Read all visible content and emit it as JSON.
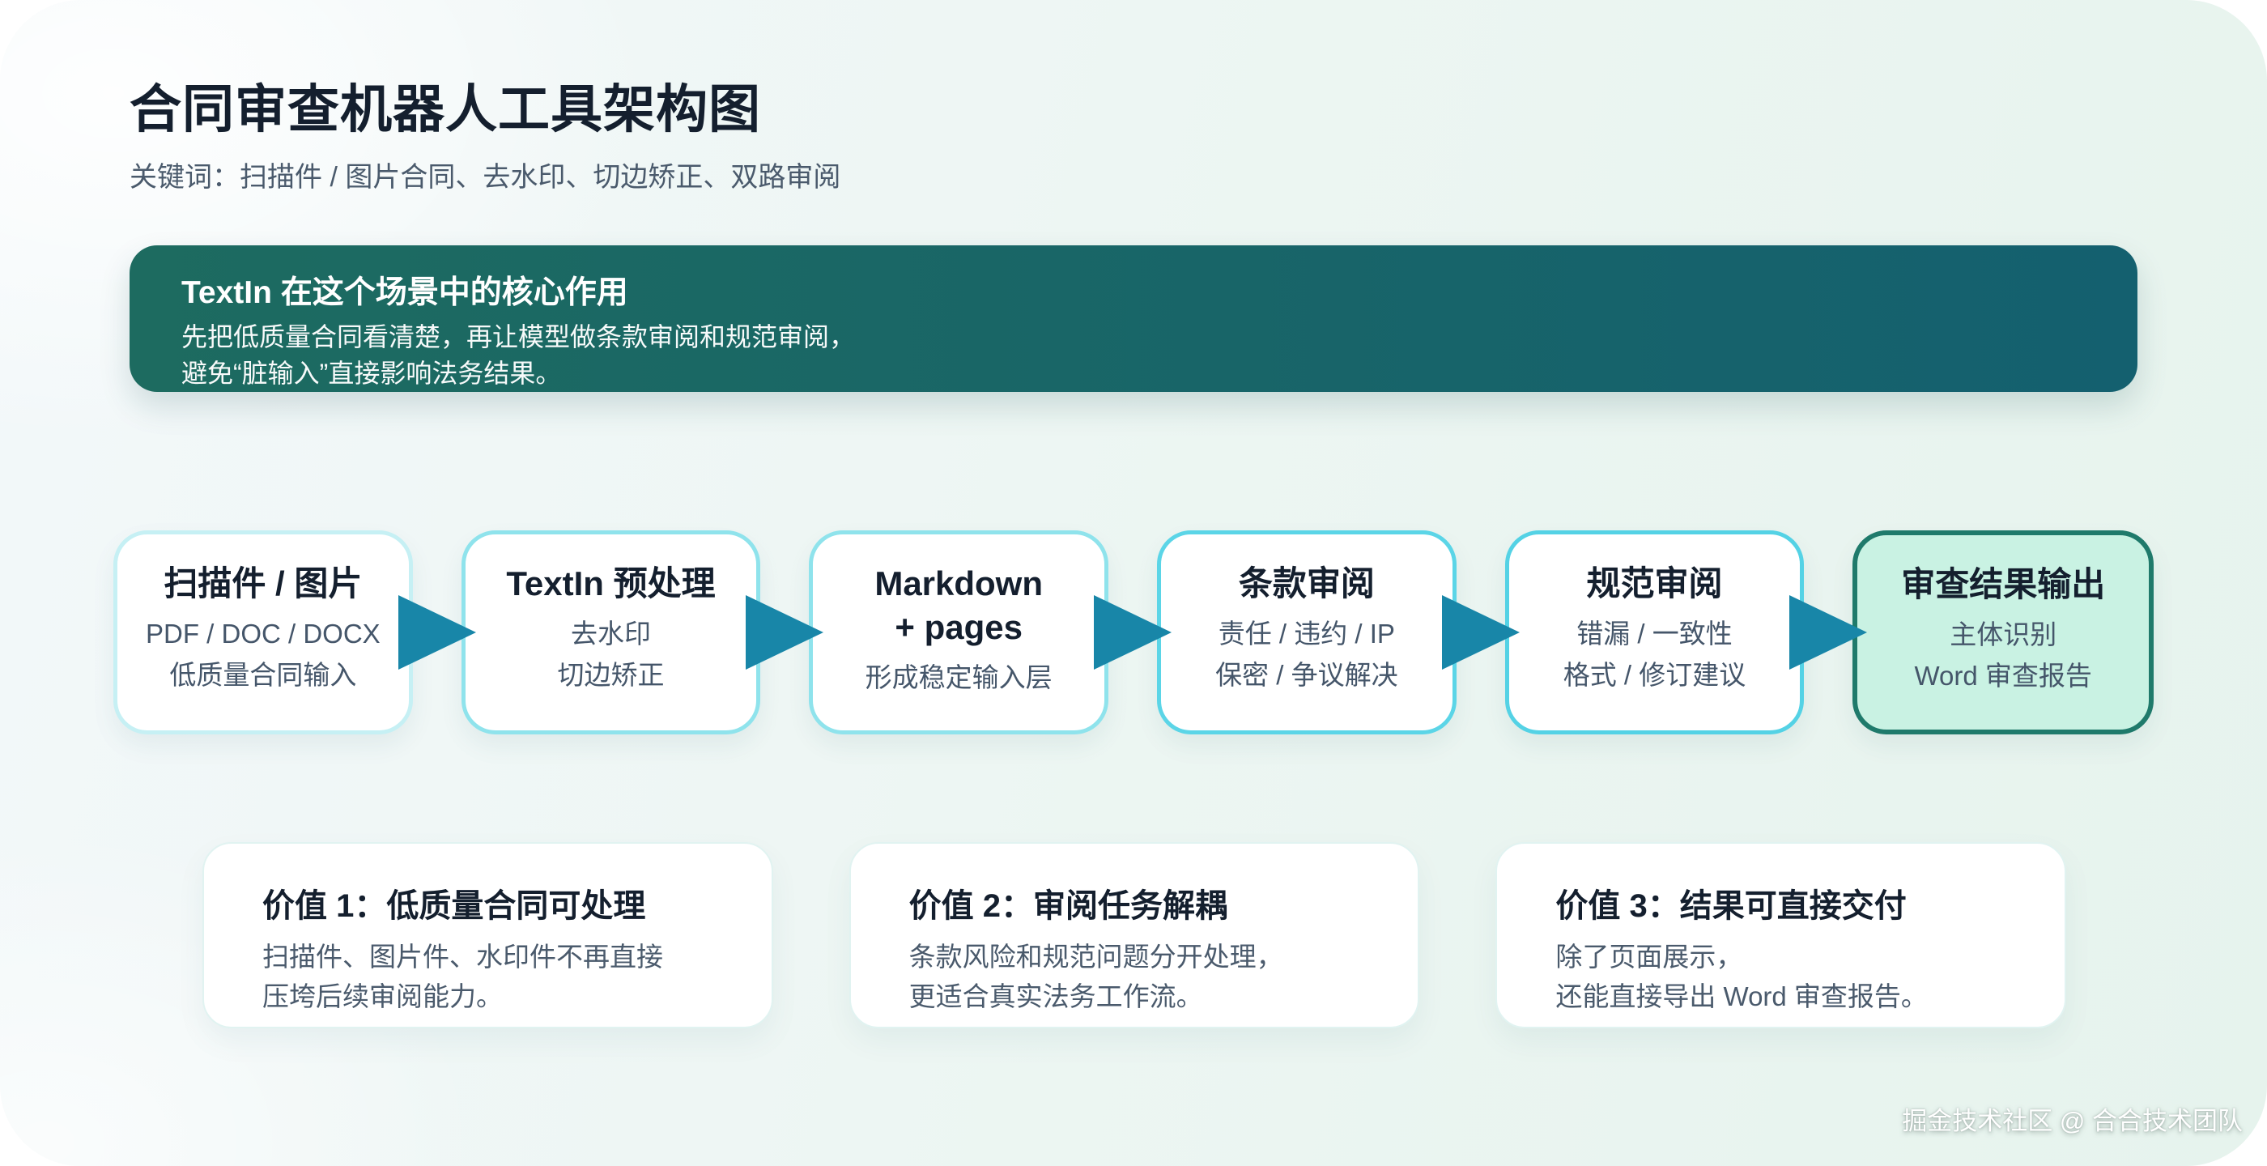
{
  "page": {
    "title": "合同审查机器人工具架构图",
    "subtitle": "关键词：扫描件 / 图片合同、去水印、切边矫正、双路审阅",
    "credit": "掘金技术社区 @ 合合技术团队"
  },
  "banner": {
    "title": "TextIn 在这个场景中的核心作用",
    "body": "先把低质量合同看清楚，再让模型做条款审阅和规范审阅，\n避免“脏输入”直接影响法务结果。"
  },
  "flow": {
    "steps": [
      {
        "title": "扫描件 / 图片",
        "body": "PDF / DOC / DOCX\n低质量合同输入"
      },
      {
        "title": "TextIn 预处理",
        "body": "去水印\n切边矫正"
      },
      {
        "title": "Markdown\n+ pages",
        "body": "形成稳定输入层"
      },
      {
        "title": "条款审阅",
        "body": "责任 / 违约 / IP\n保密 / 争议解决"
      },
      {
        "title": "规范审阅",
        "body": "错漏 / 一致性\n格式 / 修订建议"
      },
      {
        "title": "审查结果输出",
        "body": "主体识别\nWord 审查报告",
        "highlighted": true
      }
    ]
  },
  "values": [
    {
      "title": "价值 1：低质量合同可处理",
      "body": "扫描件、图片件、水印件不再直接\n压垮后续审阅能力。"
    },
    {
      "title": "价值 2：审阅任务解耦",
      "body": "条款风险和规范问题分开处理，\n更适合真实法务工作流。"
    },
    {
      "title": "价值 3：结果可直接交付",
      "body": "除了页面展示，\n还能直接导出 Word 审查报告。"
    }
  ],
  "colors": {
    "banner_from": "#1d6b60",
    "banner_to": "#14606f",
    "arrow": "#1886a8",
    "ink": "#141f2e",
    "muted": "#4a5a6c",
    "step_border_1": "#c6f0f4",
    "step_border_2": "#8fe3ec",
    "step_border_3": "#8fe3ec",
    "step_border_4": "#5bd5e7",
    "step_border_5": "#54d2e5",
    "result_border": "#1f7a6b",
    "result_fill": "#c9f2e3"
  }
}
